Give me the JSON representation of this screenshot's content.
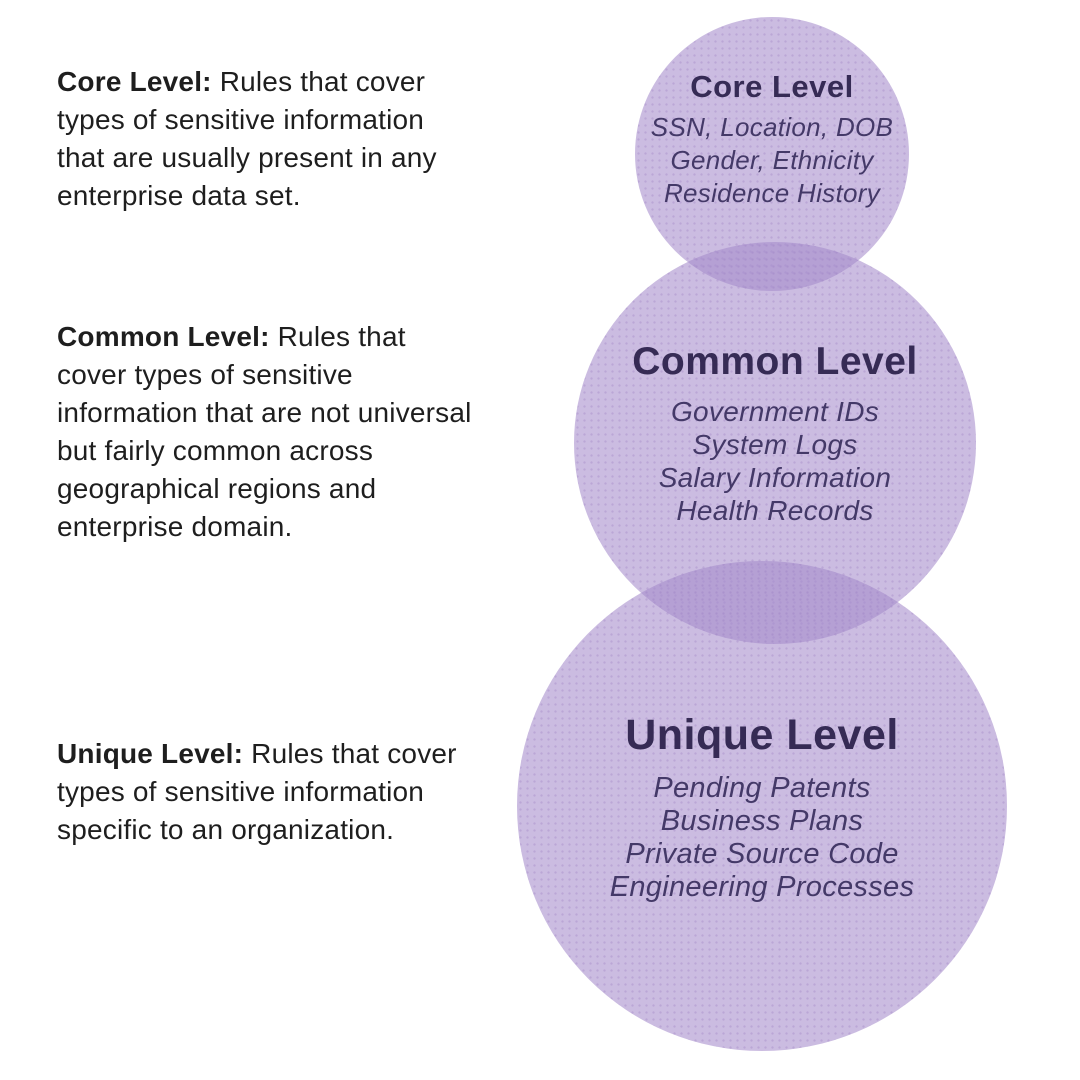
{
  "descriptions": [
    {
      "label": "Core Level:",
      "text": "Rules that cover types of sensitive information that are usually present in any enterprise data set."
    },
    {
      "label": "Common Level:",
      "text": "Rules that cover types of sensitive information that are not universal but fairly common across geographical regions and enterprise domain."
    },
    {
      "label": "Unique Level:",
      "text": "Rules that cover types of sensitive information specific to an organization."
    }
  ],
  "circles": [
    {
      "title": "Core Level",
      "items": [
        "SSN, Location, DOB",
        "Gender, Ethnicity",
        "Residence History"
      ]
    },
    {
      "title": "Common Level",
      "items": [
        "Government IDs",
        "System Logs",
        "Salary Information",
        "Health Records"
      ]
    },
    {
      "title": "Unique Level",
      "items": [
        "Pending Patents",
        "Business Plans",
        "Private Source Code",
        "Engineering Processes"
      ]
    }
  ],
  "colors": {
    "circle_fill": "rgba(165,139,203,0.58)",
    "title_color": "#362b55",
    "item_color": "#443968",
    "body_color": "#1e1e1e",
    "background": "#ffffff"
  }
}
